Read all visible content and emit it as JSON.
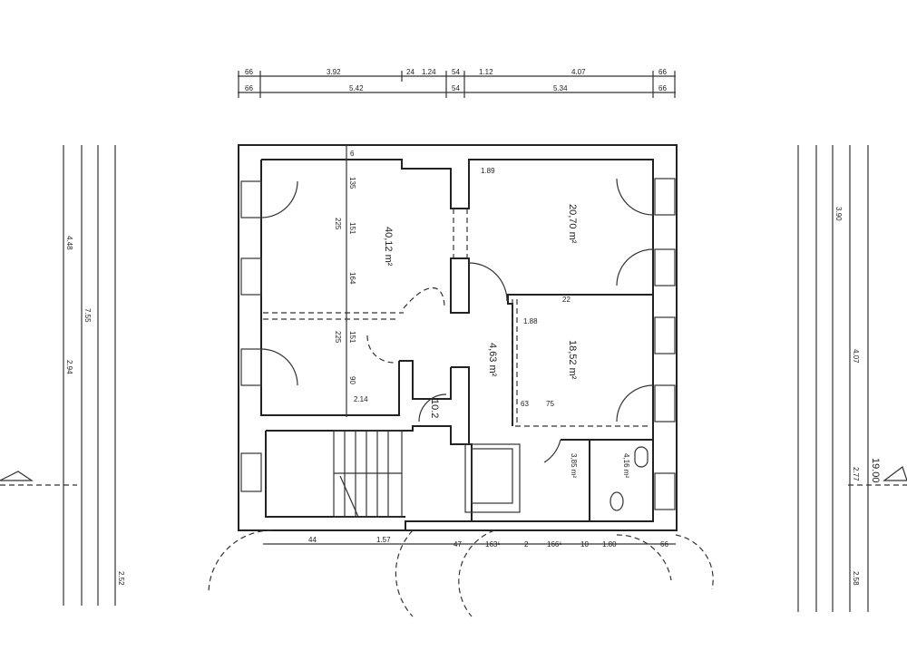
{
  "top_dimensions": {
    "row1": [
      "66",
      "3.92",
      "24",
      "1.24",
      "54",
      "1.12",
      "4.07",
      "66"
    ],
    "row2": [
      "66",
      "5.42",
      "54",
      "5.34",
      "66"
    ]
  },
  "rooms": {
    "living": "40,12 m²",
    "bedroom": "20,70 m²",
    "room_right": "18,52 m²",
    "hall": "4,63 m²",
    "bath": "3,85 m²",
    "wc": "4,16 m²"
  },
  "interior_dimensions": {
    "top_left": "6",
    "d135": "135",
    "d225a": "225",
    "d151a": "151",
    "d164": "164",
    "d225b": "225",
    "d151b": "151",
    "d90": "90",
    "d214": "2.14",
    "d189": "1.89",
    "d188": "1.88",
    "d102": "10.2",
    "d22": "22",
    "d63": "63",
    "d75": "75"
  },
  "bottom_dimensions": [
    "44",
    "1.57",
    "47",
    "163⁵",
    "2",
    "166⁵",
    "10",
    "1.80",
    "66"
  ],
  "left_dimensions": [
    "4.48",
    "7.55",
    "2.94",
    "2.52"
  ],
  "right_dimensions": [
    "3.90",
    "4.07",
    "19.00",
    "2.77",
    "2.58"
  ]
}
